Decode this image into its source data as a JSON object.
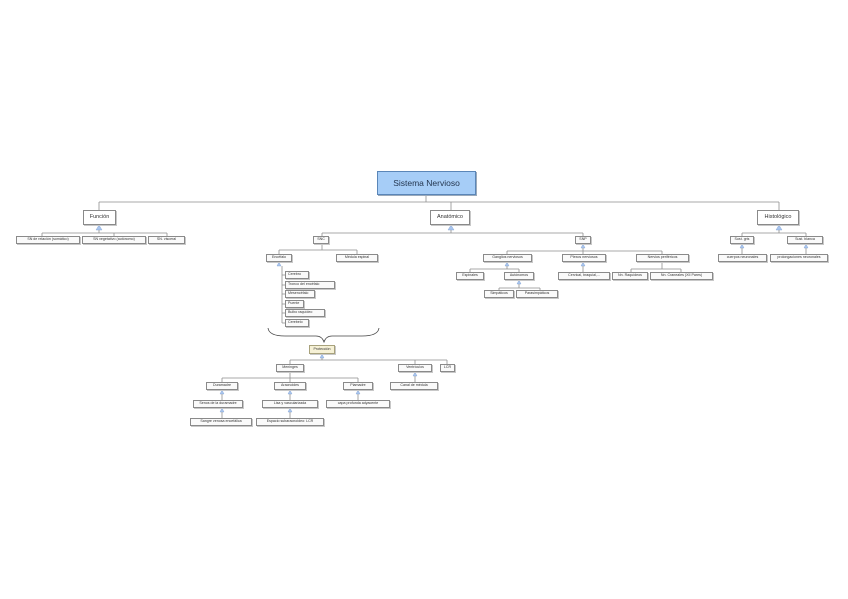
{
  "root": "Sistema Nervioso",
  "branches": {
    "funcion": {
      "label": "Función",
      "children": [
        "SN de relación (somático)",
        "SN vegetativo (autónomo)",
        "SN. visceral"
      ]
    },
    "anatomico": {
      "label": "Anatómico",
      "snc": {
        "label": "SNC",
        "encefalo": {
          "label": "Encéfalo",
          "parts": [
            "Cerebro",
            "Tronco del encéfalo",
            "Mesencéfalo",
            "Puente",
            "Bulbo raquídeo",
            "Cerebelo"
          ]
        },
        "medula": "Médula espinal"
      },
      "snp": {
        "label": "SNP",
        "ganglios": {
          "label": "Ganglios nerviosos",
          "espinales": "Espinales",
          "autonomos": {
            "label": "Autónomos",
            "children": [
              "Simpáticos",
              "Parasimpáticos"
            ]
          }
        },
        "plexos": {
          "label": "Plexos nerviosos",
          "child": "Cervical, braquial,..."
        },
        "nervios": {
          "label": "Nervios periféricos",
          "children": [
            "Nn. Raquídeos",
            "Nn. Craneales (XII Pares)"
          ]
        }
      }
    },
    "histologico": {
      "label": "Histológico",
      "gris": {
        "label": "Sust. gris",
        "child": "cuerpos neuronales"
      },
      "blanca": {
        "label": "Sust. blanca",
        "child": "prolongaciones neuronales"
      }
    }
  },
  "protection": {
    "label": "Protección",
    "meninges": {
      "label": "Meninges",
      "duramadre": {
        "label": "Duramadre",
        "c1": "Senos de la duramadre",
        "c2": "Sangre venosa encefálica"
      },
      "aracnoides": {
        "label": "Aracnoides",
        "c1": "Lisa y vascularizada",
        "c2": "Espacio subaracnoideo: LCR"
      },
      "piamadre": {
        "label": "Piamadre",
        "c1": "capa profunda adyacente"
      }
    },
    "ventriculos": {
      "label": "Ventrículos",
      "child": "Canal de médula"
    },
    "lcr": "LCR"
  }
}
